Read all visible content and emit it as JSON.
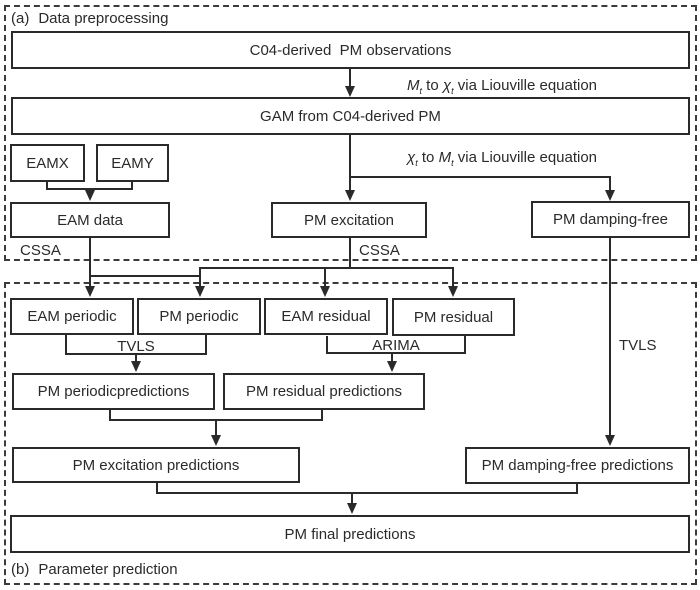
{
  "sections": {
    "a": {
      "prefix": "(a)",
      "title": "Data preprocessing"
    },
    "b": {
      "prefix": "(b)",
      "title": "Parameter prediction"
    }
  },
  "boxes": {
    "c04": "C04-derived  PM observations",
    "gam": "GAM from C04-derived PM",
    "eamx": "EAMX",
    "eamy": "EAMY",
    "eam_data": "EAM data",
    "pm_excitation": "PM excitation",
    "pm_damping_free": "PM damping-free",
    "eam_periodic": "EAM periodic",
    "pm_periodic": "PM periodic",
    "eam_residual": "EAM residual",
    "pm_residual": "PM residual",
    "pm_periodic_predictions": "PM periodicpredictions",
    "pm_residual_predictions": "PM residual predictions",
    "pm_excitation_predictions": "PM excitation predictions",
    "pm_damping_free_predictions": "PM damping-free predictions",
    "pm_final_predictions": "PM final predictions"
  },
  "edge_labels": {
    "m_to_chi": {
      "a": "M",
      "a_sub": "t",
      "to": " to ",
      "b": "χ",
      "b_sub": "t",
      "rest": " via Liouville equation"
    },
    "chi_to_m": {
      "a": "χ",
      "a_sub": "t",
      "to": " to ",
      "b": "M",
      "b_sub": "t",
      "rest": " via Liouville equation"
    },
    "cssa_left": "CSSA",
    "cssa_mid": "CSSA",
    "tvls_left": "TVLS",
    "arima": "ARIMA",
    "tvls_right": "TVLS"
  },
  "colors": {
    "ink": "#2b2a29",
    "background": "#ffffff"
  }
}
